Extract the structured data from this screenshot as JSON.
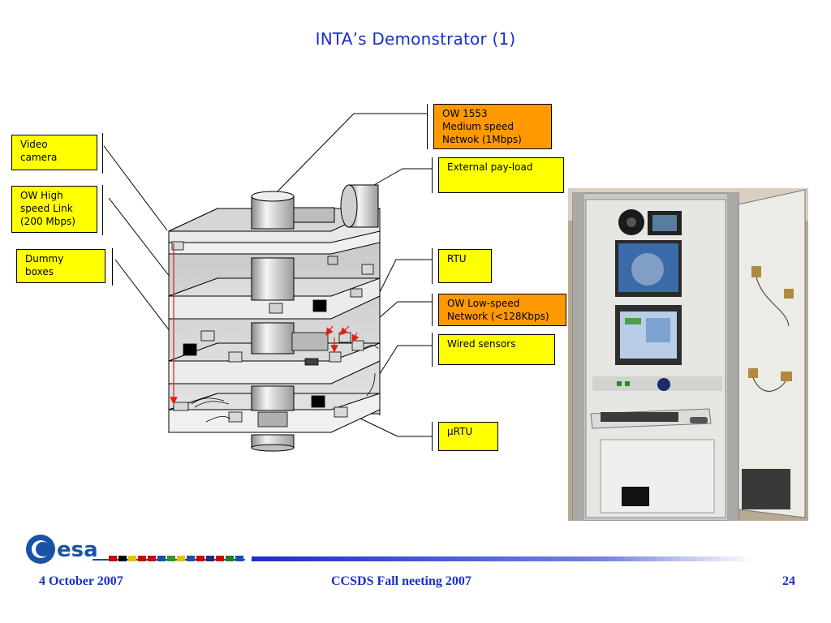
{
  "slide": {
    "title": "INTA’s Demonstrator (1)"
  },
  "callouts": {
    "video_camera": "Video\ncamera",
    "ow_high_speed": "OW High\nspeed Link\n(200 Mbps)",
    "dummy_boxes": "Dummy\nboxes",
    "ow_1553": "OW 1553\nMedium speed\nNetwok (1Mbps)",
    "external_payload": "External pay-load",
    "rtu": "RTU",
    "ow_low_speed": "OW Low-speed\nNetwork (<128Kbps)",
    "wired_sensors": "Wired sensors",
    "micro_rtu": "µRTU"
  },
  "logo": {
    "text": "esa"
  },
  "footer": {
    "date": "4 October 2007",
    "event": "CCSDS Fall neeting  2007",
    "page": "24"
  },
  "colors": {
    "title_blue": "#1a2fc9",
    "callout_yellow": "#ffff00",
    "callout_orange": "#ff9900",
    "esa_blue": "#1a52a8",
    "arrow_red": "#e02010"
  }
}
